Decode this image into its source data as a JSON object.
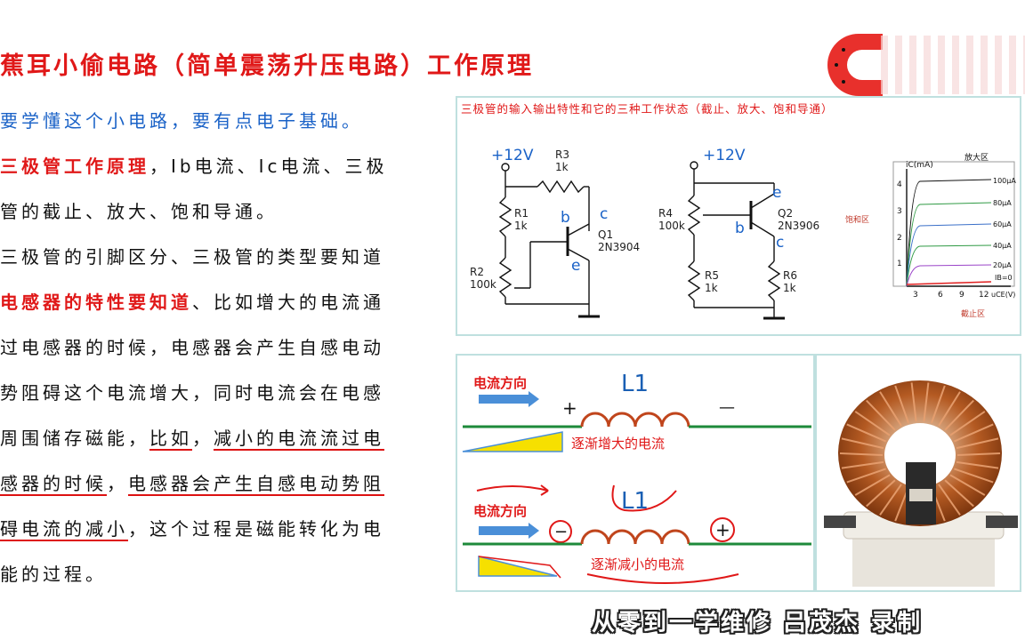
{
  "title": "蕉耳小偷电路（简单震荡升压电路）工作原理",
  "lines": [
    {
      "segments": [
        {
          "text": "要学懂这个小电路，要有点电子基础。",
          "style": "blue"
        }
      ]
    },
    {
      "segments": [
        {
          "text": "三极管工作原理",
          "style": "red"
        },
        {
          "text": "，Ib电流、Ic电流、三极",
          "style": ""
        }
      ]
    },
    {
      "segments": [
        {
          "text": "管的截止、放大、饱和导通。",
          "style": ""
        }
      ]
    },
    {
      "segments": [
        {
          "text": "三极管的引脚区分、三极管的类型要知道",
          "style": ""
        }
      ]
    },
    {
      "segments": [
        {
          "text": "电感器的特性要知道",
          "style": "red"
        },
        {
          "text": "、比如增大的电流通",
          "style": ""
        }
      ]
    },
    {
      "segments": [
        {
          "text": "过电感器的时候，电感器会产生自感电动",
          "style": ""
        }
      ]
    },
    {
      "segments": [
        {
          "text": "势阻碍这个电流增大，同时电流会在电感",
          "style": ""
        }
      ]
    },
    {
      "segments": [
        {
          "text": "周围储存磁能，",
          "style": ""
        },
        {
          "text": "比如",
          "style": "ul"
        },
        {
          "text": "，",
          "style": ""
        },
        {
          "text": "减小的电流流过电",
          "style": "ul"
        }
      ]
    },
    {
      "segments": [
        {
          "text": "感器的时候",
          "style": "ul"
        },
        {
          "text": "，",
          "style": ""
        },
        {
          "text": "电感器会产生自感电动势阻",
          "style": "ul"
        }
      ]
    },
    {
      "segments": [
        {
          "text": "碍电流的减小",
          "style": "ul"
        },
        {
          "text": "，这个过程是磁能转化为电",
          "style": ""
        }
      ]
    },
    {
      "segments": [
        {
          "text": "能的过程。",
          "style": ""
        }
      ]
    }
  ],
  "circuit_panel": {
    "title": "三极管的输入输出特性和它的三种工作状态（截止、放大、饱和导通）",
    "npn": {
      "supply": "+12V",
      "r3": "R3",
      "r3v": "1k",
      "r1": "R1",
      "r1v": "1k",
      "r2": "R2",
      "r2v": "100k",
      "q": "Q1",
      "qtype": "2N3904",
      "b": "b",
      "c": "c",
      "e": "e"
    },
    "pnp": {
      "supply": "+12V",
      "r4": "R4",
      "r4v": "100k",
      "r5": "R5",
      "r5v": "1k",
      "r6": "R6",
      "r6v": "1k",
      "q": "Q2",
      "qtype": "2N3906",
      "b": "b",
      "c": "c",
      "e": "e"
    },
    "graph": {
      "ylabel": "iC(mA)",
      "yticks": [
        "4",
        "3",
        "2",
        "1"
      ],
      "xticks": [
        "3",
        "6",
        "9",
        "12"
      ],
      "xlabel": "uCE(V)",
      "curve_labels": [
        "100μA",
        "80μA",
        "60μA",
        "40μA",
        "20μA",
        "IB=0"
      ],
      "region_amp": "放大区",
      "region_sat": "饱和区",
      "region_cut": "截止区"
    }
  },
  "inductor_panel": {
    "label1": "L1",
    "current_dir1": "电流方向",
    "plus1": "+",
    "minus1": "—",
    "caption1": "逐渐增大的电流",
    "label2": "L1",
    "current_dir2": "电流方向",
    "minus2": "−",
    "plus2": "+",
    "caption2": "逐渐减小的电流"
  },
  "watermark": "从零到一学维修  吕茂杰  录制",
  "colors": {
    "title": "#e01818",
    "blue": "#1a62c7",
    "wire": "#1d8a3a",
    "coil": "#c0451c",
    "panel_border": "#bfe0df"
  }
}
